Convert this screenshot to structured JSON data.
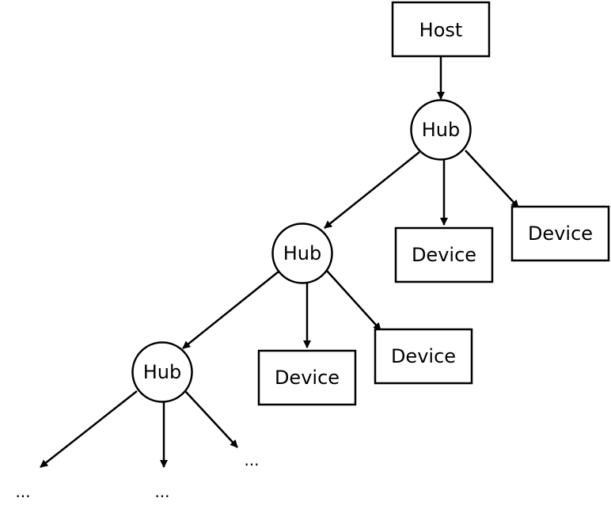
{
  "diagram": {
    "host": "Host",
    "hub_1": "Hub",
    "hub_2": "Hub",
    "hub_3": "Hub",
    "device_1a": "Device",
    "device_1b": "Device",
    "device_2a": "Device",
    "device_2b": "Device",
    "ellipsis_1": "...",
    "ellipsis_2": "...",
    "ellipsis_3": "..."
  }
}
